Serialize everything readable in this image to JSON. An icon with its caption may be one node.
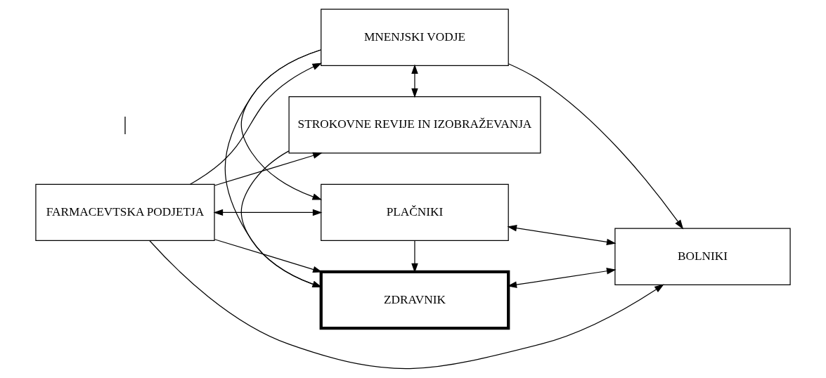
{
  "diagram": {
    "nodes": [
      {
        "text": [
          "PLAČNIKI"
        ]
      },
      {
        "text": [
          "ZDRAVNIK"
        ]
      },
      {
        "text": [
          "FARMACEVTSKA PODJETJA"
        ]
      },
      {
        "text": [
          "BOLNIKI"
        ]
      },
      {
        "text": [
          "MNENJSKI VODJE"
        ]
      },
      {
        "text": [
          "STROKOVNE REVIJE IN IZOBRAŽEVANJA"
        ]
      }
    ],
    "edges": [
      {
        "from": 2,
        "to": 3,
        "arrow": "to"
      },
      {
        "from": 2,
        "to": 0,
        "arrow": "both"
      },
      {
        "from": 2,
        "to": 1,
        "arrow": "to"
      },
      {
        "from": 2,
        "to": 4,
        "arrow": "to"
      },
      {
        "from": 2,
        "to": 5,
        "arrow": "to"
      },
      {
        "from": 0,
        "to": 1,
        "arrow": "to"
      },
      {
        "from": 4,
        "to": 1,
        "arrow": "to"
      },
      {
        "from": 4,
        "to": 5,
        "arrow": "both"
      },
      {
        "from": 4,
        "to": 0,
        "arrow": "to"
      },
      {
        "from": 5,
        "to": 1,
        "arrow": "to"
      },
      {
        "from": 0,
        "to": 3,
        "arrow": "both"
      },
      {
        "from": 1,
        "to": 3,
        "arrow": "both"
      },
      {
        "from": 4,
        "to": 3,
        "arrow": "to"
      }
    ],
    "labels": [
      "|"
    ]
  }
}
